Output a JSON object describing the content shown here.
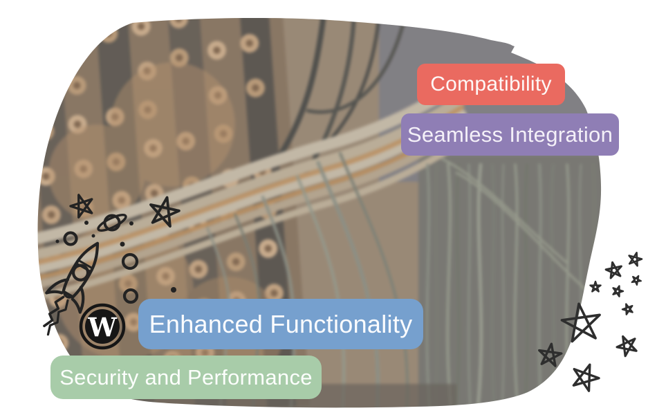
{
  "canvas": {
    "background": "#ffffff"
  },
  "badges": [
    {
      "label": "Compatibility",
      "color": "#EA6A60",
      "text_color": "#FEF7F6"
    },
    {
      "label": "Seamless Integration",
      "color": "#8F7EB5",
      "text_color": "#F4F0F8"
    },
    {
      "label": "Enhanced Functionality",
      "color": "#76A0CE",
      "text_color": "#FBFCFE"
    },
    {
      "label": "Security and Performance",
      "color": "#A8CCA9",
      "text_color": "#FCFEFC"
    }
  ],
  "logo": {
    "name": "wordpress-logo",
    "glyph": "W",
    "ink": "#161616",
    "glyph_color": "#FFFFFF"
  },
  "doodles": {
    "ink": "#232323",
    "star_ink": "#2E2E2E",
    "items": [
      "rocket-doodle",
      "planet-doodle",
      "star-doodle-left",
      "bubble-circles",
      "sparkle-dots",
      "stars-cluster-right"
    ]
  }
}
